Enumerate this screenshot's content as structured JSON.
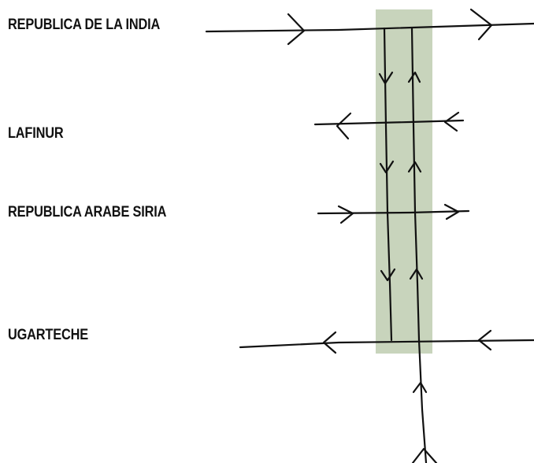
{
  "map": {
    "streets": [
      {
        "id": "india",
        "name": "REPUBLICA DE LA INDIA",
        "direction": "east"
      },
      {
        "id": "lafinur",
        "name": "LAFINUR",
        "direction": "west"
      },
      {
        "id": "siria",
        "name": "REPUBLICA ARABE SIRIA",
        "direction": "east"
      },
      {
        "id": "ugarteche",
        "name": "UGARTECHE",
        "direction": "west"
      }
    ],
    "corridor": {
      "color": "#c8d4bc",
      "lanes": [
        {
          "id": "left-lane",
          "direction": "south"
        },
        {
          "id": "right-lane",
          "direction": "north"
        }
      ]
    },
    "ink_color": "#111111"
  }
}
